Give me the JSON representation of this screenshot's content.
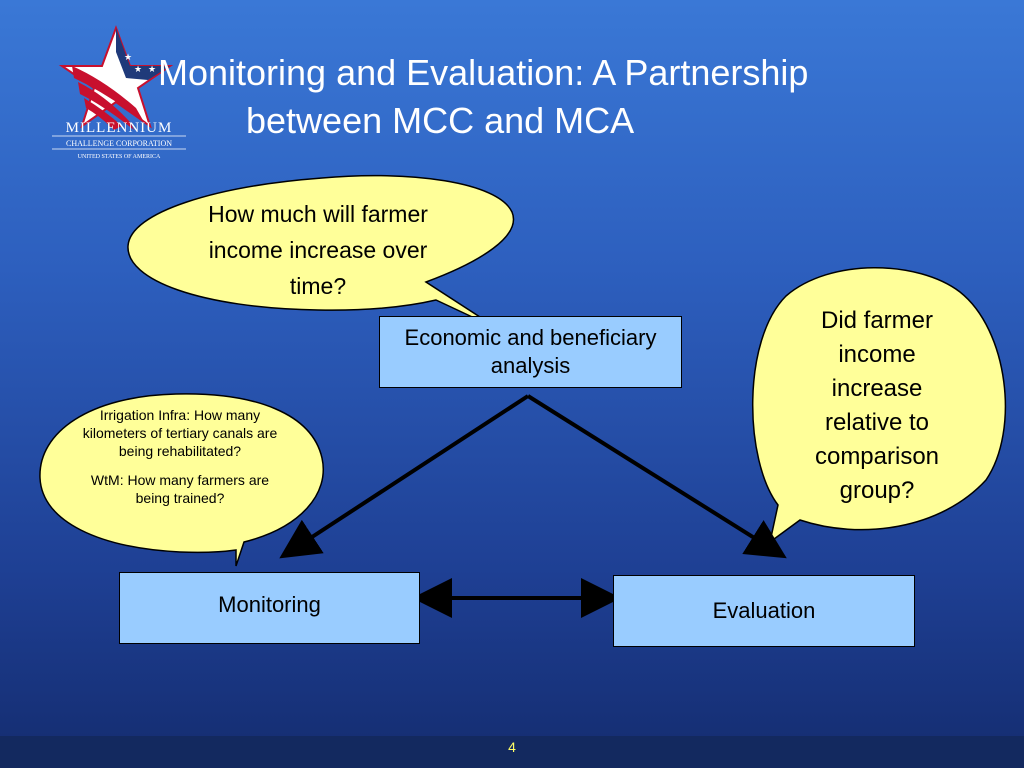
{
  "title": {
    "line1": "Monitoring and Evaluation: A Partnership",
    "line2": "between MCC and MCA"
  },
  "logo": {
    "name": "MILLENNIUM",
    "sub1": "CHALLENGE CORPORATION",
    "sub2": "UNITED STATES OF AMERICA"
  },
  "boxes": {
    "economic": "Economic and beneficiary analysis",
    "monitoring": "Monitoring",
    "evaluation": "Evaluation"
  },
  "bubbles": {
    "income_over_time": "How much will farmer income increase over time?",
    "comparison": "Did farmer income increase relative to comparison group?",
    "irrigation": "Irrigation Infra: How many kilometers of tertiary canals are being rehabilitated?",
    "wtm": "WtM: How many farmers are being trained?"
  },
  "page_number": "4",
  "colors": {
    "box_fill": "#99ccff",
    "bubble_fill": "#ffff99",
    "title": "#ffffff",
    "page_number": "#ffff66"
  }
}
